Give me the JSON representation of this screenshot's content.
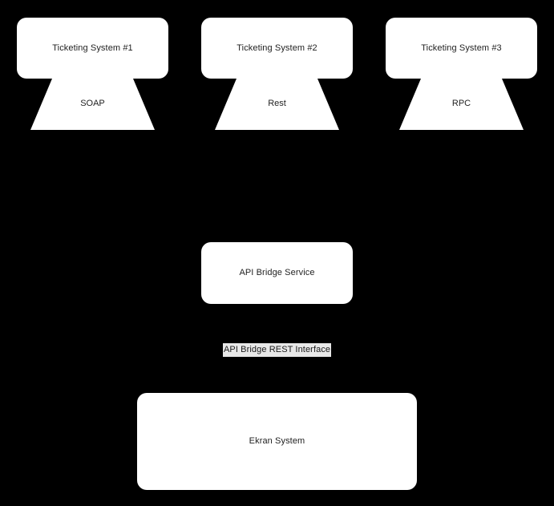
{
  "diagram": {
    "background_color": "#000000",
    "node_fill_color": "#ffffff",
    "node_text_color": "#1f1f1f",
    "selection_highlight_color": "#e8e8e8",
    "ticketing_systems": [
      {
        "label": "Ticketing System #1",
        "protocol": "SOAP"
      },
      {
        "label": "Ticketing System #2",
        "protocol": "Rest"
      },
      {
        "label": "Ticketing System #3",
        "protocol": "RPC"
      }
    ],
    "bridge": {
      "label": "API Bridge Service"
    },
    "interface_note": {
      "label": "API Bridge REST Interface",
      "selected": "true"
    },
    "target_system": {
      "label": "Ekran System"
    }
  }
}
